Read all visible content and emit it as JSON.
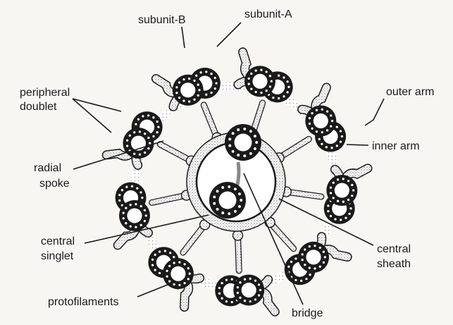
{
  "labels": {
    "subunit_b": "subunit-B",
    "subunit_a": "subunit-A",
    "peripheral_doublet_1": "peripheral",
    "peripheral_doublet_2": "doublet",
    "outer_arm": "outer arm",
    "inner_arm": "inner arm",
    "radial_spoke_1": "radial",
    "radial_spoke_2": "spoke",
    "central_singlet_1": "central",
    "central_singlet_2": "singlet",
    "central_sheath_1": "central",
    "central_sheath_2": "sheath",
    "protofilaments": "protofilaments",
    "bridge": "bridge"
  },
  "colors": {
    "ink": "#1a1a1a",
    "stipple": "#9a9a9a",
    "background": "#f7f6f3"
  }
}
